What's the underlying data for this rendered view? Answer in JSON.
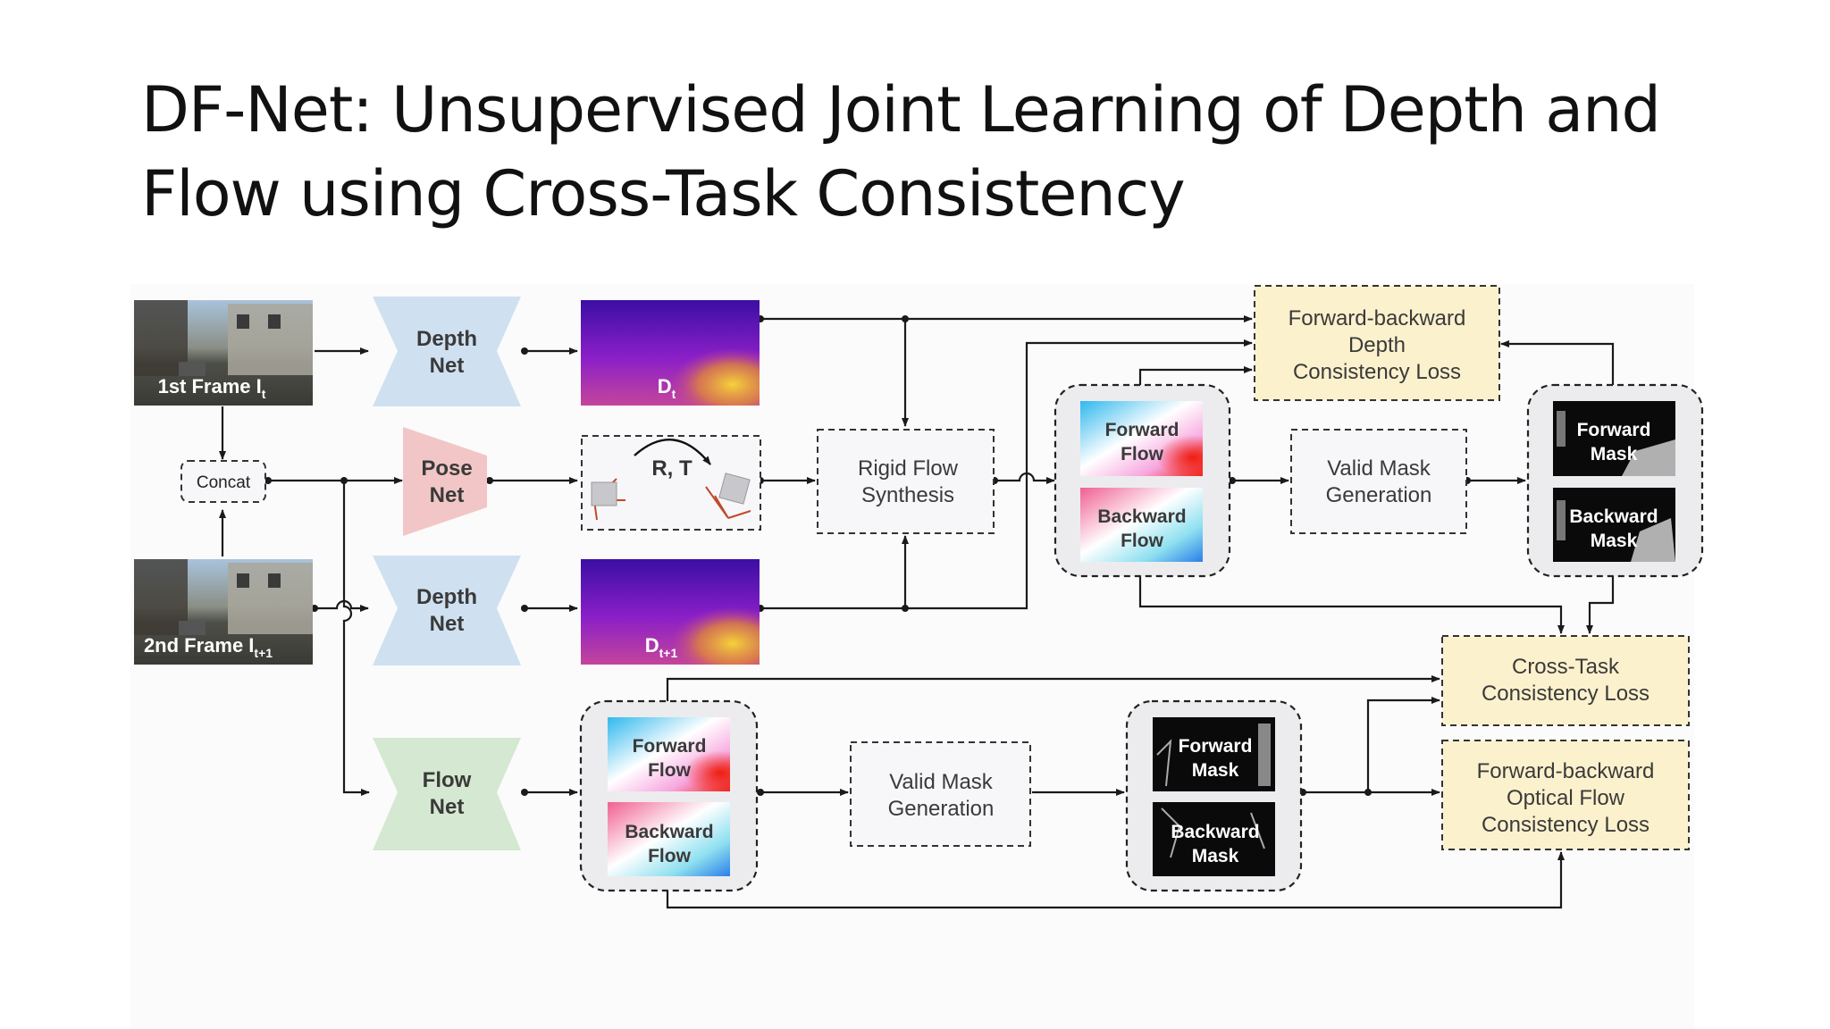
{
  "title": "DF-Net: Unsupervised Joint Learning of Depth and Flow using Cross-Task Consistency",
  "frames": {
    "first": "1st Frame I",
    "first_sub": "t",
    "second": "2nd Frame I",
    "second_sub": "t+1"
  },
  "concat": "Concat",
  "nets": {
    "depth": [
      "Depth",
      "Net"
    ],
    "pose": [
      "Pose",
      "Net"
    ],
    "flow": [
      "Flow",
      "Net"
    ]
  },
  "depth_maps": {
    "dt": "D",
    "dt_sub": "t",
    "dt1": "D",
    "dt1_sub": "t+1"
  },
  "pose_label": "R, T",
  "rigid_flow": [
    "Rigid Flow",
    "Synthesis"
  ],
  "valid_mask": [
    "Valid Mask",
    "Generation"
  ],
  "forward_flow": [
    "Forward",
    "Flow"
  ],
  "backward_flow": [
    "Backward",
    "Flow"
  ],
  "forward_mask": [
    "Forward",
    "Mask"
  ],
  "backward_mask": [
    "Backward",
    "Mask"
  ],
  "losses": {
    "fb_depth": [
      "Forward-backward",
      "Depth",
      "Consistency Loss"
    ],
    "cross_task": [
      "Cross-Task",
      "Consistency Loss"
    ],
    "fb_flow": [
      "Forward-backward",
      "Optical Flow",
      "Consistency Loss"
    ]
  },
  "colors": {
    "depth_net": "#cfe0f0",
    "pose_net": "#f2c6c6",
    "flow_net": "#d5e8d1",
    "loss_fill": "#fcf1cd"
  }
}
